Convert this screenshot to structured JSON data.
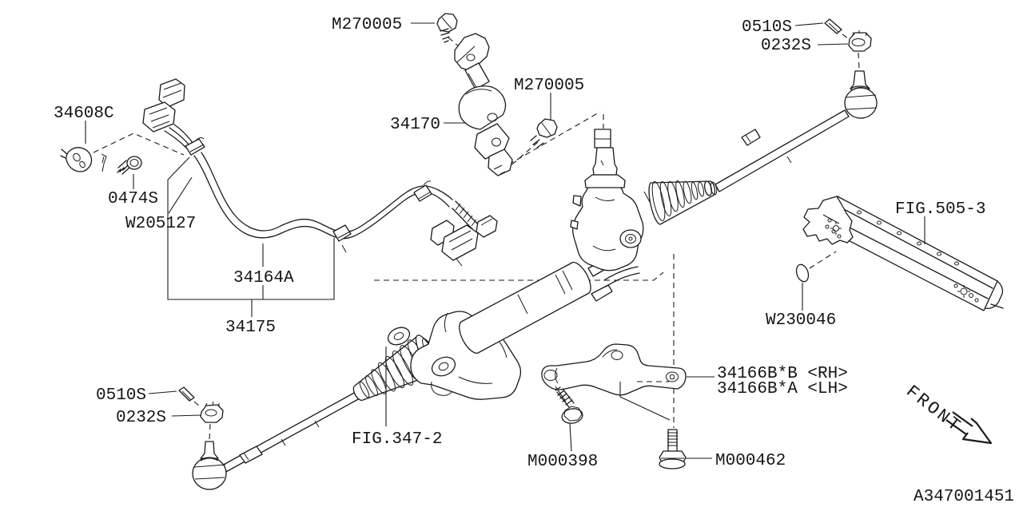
{
  "diagram": {
    "doc_code": "A347001451",
    "front_indicator": "FRONT",
    "labels": {
      "m270005_column": "M270005",
      "pin_upper": "0510S",
      "nut_upper": "0232S",
      "clip_34608c": "34608C",
      "m270005_joint": "M270005",
      "joint_34170": "34170",
      "screw_0474s": "0474S",
      "clamp_w205127": "W205127",
      "fig_505_3": "FIG.505-3",
      "harness_34164a": "34164A",
      "washer_w230046": "W230046",
      "harness_assy_34175": "34175",
      "bracket_rh": "34166B*B <RH>",
      "bracket_lh": "34166B*A <LH>",
      "pin_lower": "0510S",
      "nut_lower": "0232S",
      "fig_347_2": "FIG.347-2",
      "bolt_m000398": "M000398",
      "bolt_m000462": "M000462"
    }
  }
}
